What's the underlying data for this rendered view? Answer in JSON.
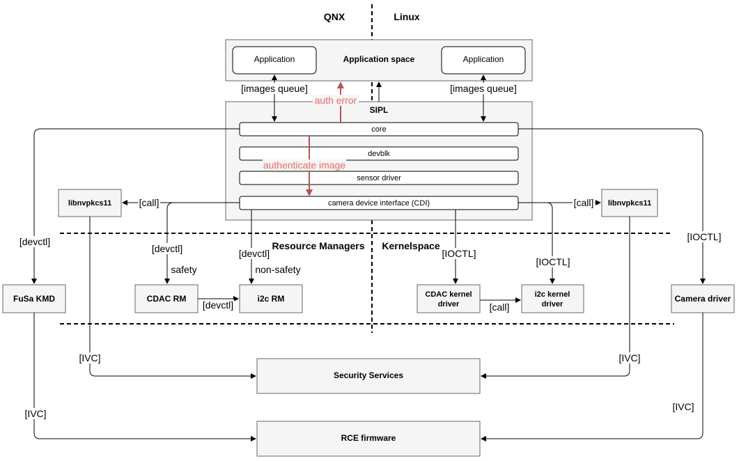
{
  "regions": {
    "qnx": "QNX",
    "linux": "Linux",
    "resource_managers": "Resource Managers",
    "kernelspace": "Kernelspace"
  },
  "app_space": {
    "title": "Application space",
    "app_left": "Application",
    "app_right": "Application"
  },
  "sipl": {
    "title": "SIPL",
    "core": "core",
    "devblk": "devblk",
    "sensor_driver": "sensor driver",
    "cdi": "camera device interface (CDI)"
  },
  "components": {
    "libnvpkcs_left": "libnvpkcs11",
    "libnvpkcs_right": "libnvpkcs11",
    "fusa_kmd": "FuSa KMD",
    "cdac_rm": "CDAC RM",
    "i2c_rm": "i2c RM",
    "cdac_kernel_1": "CDAC kernel",
    "cdac_kernel_2": "driver",
    "i2c_kernel_1": "i2c kernel",
    "i2c_kernel_2": "driver",
    "camera_driver": "Camera driver",
    "security_services": "Security Services",
    "rce_firmware": "RCE firmware"
  },
  "edge_labels": {
    "images_queue_left": "[images queue]",
    "images_queue_right": "[images queue]",
    "auth_error": "auth error",
    "authenticate_image": "authenticate image",
    "call_left": "[call]",
    "call_right": "[call]",
    "devctl_fusa": "[devctl]",
    "devctl_cdac": "[devctl]",
    "safety": "safety",
    "devctl_i2c": "[devctl]",
    "non_safety": "non-safety",
    "devctl_rm": "[devctl]",
    "ioctl_cdac": "[IOCTL]",
    "ioctl_i2c": "[IOCTL]",
    "ioctl_camera": "[IOCTL]",
    "call_kernel": "[call]",
    "ivc_left": "[IVC]",
    "ivc_right": "[IVC]",
    "ivc_fusa": "[IVC]",
    "ivc_camera": "[IVC]"
  },
  "colors": {
    "box_fill": "#f5f5f5",
    "box_stroke": "#666666",
    "auth_arrow": "#b85450",
    "auth_text": "#ea6b66"
  }
}
